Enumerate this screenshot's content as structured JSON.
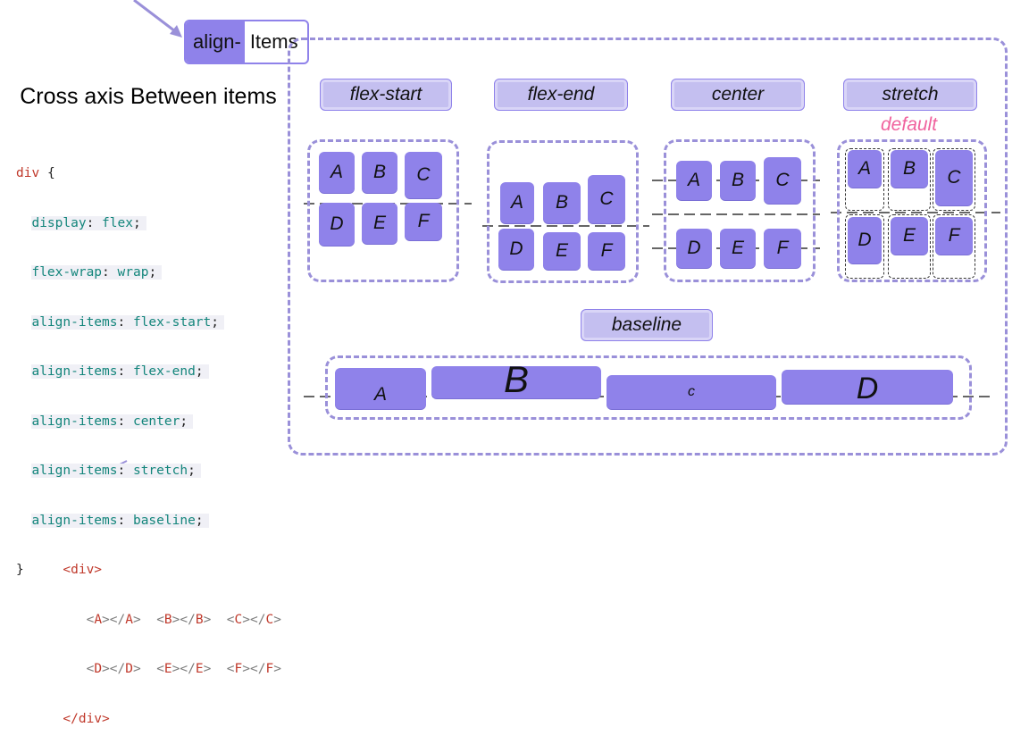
{
  "title": {
    "left": "align-",
    "right": "Items"
  },
  "heading": "Cross axis Between items",
  "code": {
    "selector": "div",
    "open_brace": "{",
    "close_brace": "}",
    "lines": [
      {
        "prop": "display",
        "value": "flex"
      },
      {
        "prop": "flex-wrap",
        "value": "wrap"
      },
      {
        "prop": "align-items",
        "value": "flex-start"
      },
      {
        "prop": "align-items",
        "value": "flex-end"
      },
      {
        "prop": "align-items",
        "value": "center"
      },
      {
        "prop": "align-items",
        "value": "stretch"
      },
      {
        "prop": "align-items",
        "value": "baseline"
      }
    ],
    "html_open": "<div>",
    "html_row1": [
      "A",
      "B",
      "C"
    ],
    "html_row2": [
      "D",
      "E",
      "F"
    ],
    "html_close": "</div>"
  },
  "panels": {
    "flex_start": "flex-start",
    "flex_end": "flex-end",
    "center": "center",
    "stretch": "stretch",
    "default": "default",
    "baseline": "baseline"
  },
  "items": [
    "A",
    "B",
    "C",
    "D",
    "E",
    "F"
  ],
  "baseline_items": [
    "A",
    "B",
    "c",
    "D"
  ],
  "colors": {
    "item": "#8f82ea",
    "dash": "#9a90d9",
    "default_label": "#f0639e"
  }
}
